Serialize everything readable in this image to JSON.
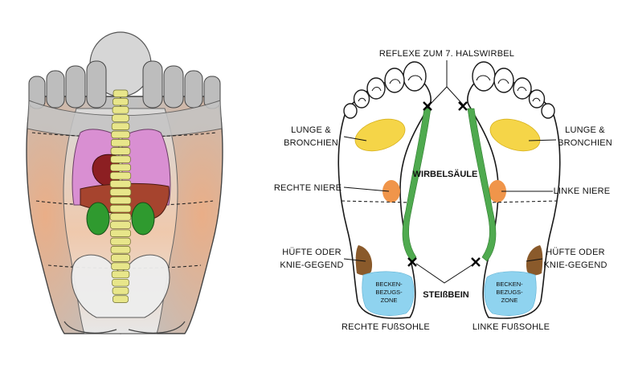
{
  "labels": {
    "top": "REFLEXE ZUM 7. HALSWIRBEL",
    "lung_left_1": "LUNGE &",
    "lung_left_2": "BRONCHIEN",
    "lung_right_1": "LUNGE &",
    "lung_right_2": "BRONCHIEN",
    "kidney_left": "RECHTE NIERE",
    "kidney_right": "LINKE NIERE",
    "spine": "WIRBELSÄULE",
    "hip_left_1": "HÜFTE ODER",
    "hip_left_2": "KNIE-GEGEND",
    "hip_right_1": "HÜFTE ODER",
    "hip_right_2": "KNIE-GEGEND",
    "pelvis_left": [
      "BECKEN-",
      "BEZUGS-",
      "ZONE"
    ],
    "pelvis_right": [
      "BECKEN-",
      "BEZUGS-",
      "ZONE"
    ],
    "coccyx": "STEIßBEIN",
    "sole_left": "RECHTE FUßSOHLE",
    "sole_right": "LINKE FUßSOHLE"
  },
  "colors": {
    "lung": "#f5d548",
    "kidney": "#f0954a",
    "spine": "#4faa4f",
    "hip": "#8a5a2b",
    "pelvis": "#8fd3ef",
    "lung_organ": "#d78fd0",
    "liver": "#a9442e",
    "heart": "#8c1f22",
    "kidney_organ": "#2f9a2f",
    "spine_organ": "#e8e68a",
    "skin_gray": "#b8b8b8",
    "glow": "#e2a27a"
  },
  "icons": {
    "marker": "cross-marker-icon",
    "left_illustration": "feet-body-overlay-illustration"
  }
}
